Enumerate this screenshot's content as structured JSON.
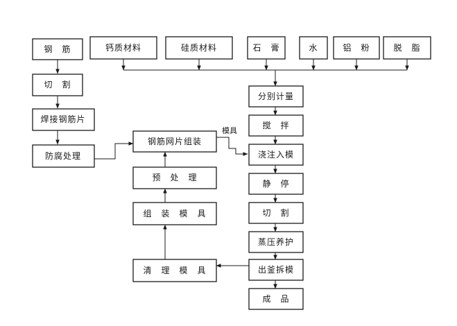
{
  "nodes": {
    "steel_bar": "钢　筋",
    "calcium_material": "钙质材料",
    "silica_material": "硅质材料",
    "gypsum": "石　膏",
    "water": "水",
    "aluminum_powder": "铝　粉",
    "degreasing": "脱　脂",
    "cutting_bar": "切　割",
    "weld_mesh": "焊接钢筋片",
    "anticorrosion": "防腐处理",
    "mesh_assembly": "钢筋网片组装",
    "preprocess": "预　处　理",
    "assemble_mould": "组　装　模　具",
    "clean_mould": "清　理　模　具",
    "batching": "分别计量",
    "mixing": "搅　拌",
    "pour_mould": "浇注入模",
    "static_rest": "静　停",
    "cutting_block": "切　割",
    "autoclave": "蒸压养护",
    "demould": "出釜拆模",
    "product": "成　品"
  },
  "edge_labels": {
    "mould": "模具"
  }
}
